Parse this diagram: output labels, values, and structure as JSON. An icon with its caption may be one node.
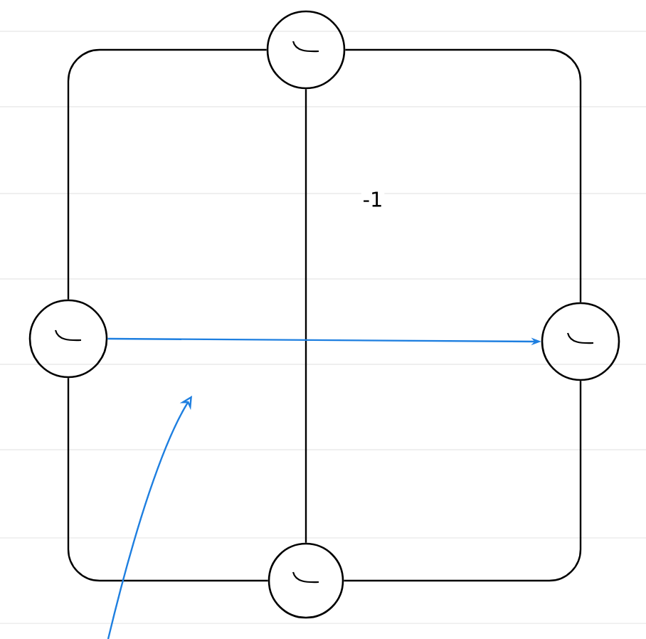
{
  "diagram": {
    "nodes": [
      {
        "text": [],
        "shape": "circle"
      },
      {
        "text": [],
        "shape": "circle"
      },
      {
        "text": [],
        "shape": "circle"
      },
      {
        "text": [],
        "shape": "circle"
      }
    ],
    "edges": [
      {
        "from": 0,
        "to": 1,
        "arrow": "none"
      },
      {
        "from": 0,
        "to": 2,
        "arrow": "none"
      },
      {
        "from": 1,
        "to": 3,
        "arrow": "none"
      },
      {
        "from": 2,
        "to": 3,
        "arrow": "none"
      },
      {
        "from": 0,
        "to": 3,
        "arrow": "none",
        "label": "-1"
      },
      {
        "from": 1,
        "to": 2,
        "arrow": "to",
        "color": "#1e7fe0"
      }
    ]
  }
}
